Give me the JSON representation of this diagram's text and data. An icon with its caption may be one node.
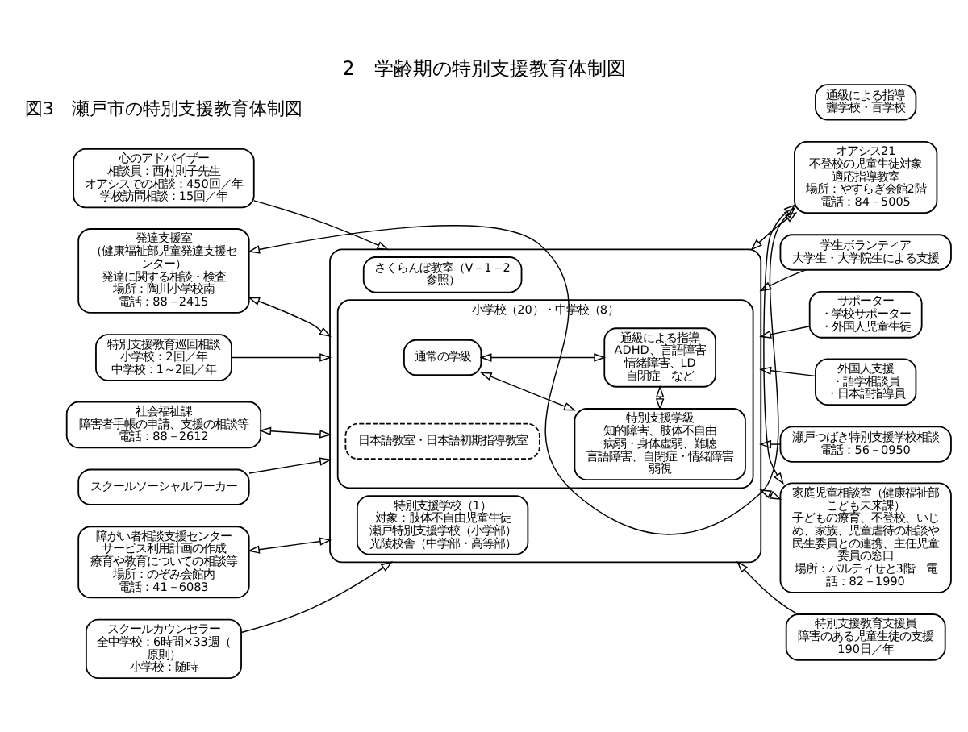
{
  "diagram": {
    "title": "2　学齢期の特別支援教育体制図",
    "caption": "図3　瀬戸市の特別支援教育体制図",
    "nodes": [
      {
        "text": [
          "発達支援室",
          "（健康福祉部児童発達支援センター）",
          "発達に関する相談・検査",
          "場所：陶川小学校南",
          "電話：88－2415"
        ]
      },
      {
        "text": [
          "オアシス21",
          "不登校の児童生徒対象",
          "適応指導教室",
          "場所：やすらぎ会館2階",
          "電話：84－5005"
        ]
      },
      {
        "text": [
          "家庭児童相談室（健康福祉部こども未来課）",
          "子どもの療育、不登校、いじめ、家族、児童虐待の相談や民生委員との連携、主任児童委員の窓口",
          "場所：パルティせと3階　電話：82－1990"
        ]
      },
      {
        "text": [
          "社会福祉課",
          "障害者手帳の申請、支援の相談等",
          "電話：88－2612"
        ]
      },
      {
        "text": [
          "障がい者相談支援センター",
          "サービス利用計画の作成",
          "療育や教育についての相談等",
          "場所：のぞみ会館内",
          "電話：41－6083"
        ]
      },
      {
        "text": [
          "心のアドバイザー",
          "相談員：西村則子先生",
          "オアシスでの相談：450回／年",
          "学校訪問相談：15回／年"
        ]
      },
      {
        "text": [
          "特別支援教育巡回相談",
          "小学校：2回／年",
          "中学校：1～2回／年"
        ]
      },
      {
        "text": [
          "スクールソーシャルワーカー"
        ]
      },
      {
        "text": [
          "スクールカウンセラー",
          "全中学校：6時間×33週（原則）",
          "小学校：随時"
        ]
      },
      {
        "text": [
          "学生ボランティア",
          "大学生・大学院生による支援"
        ]
      },
      {
        "text": [
          "特別支援教育支援員",
          "障害のある児童生徒の支援",
          "190日／年"
        ]
      },
      {
        "text": [
          "サポーター",
          "・学校サポーター",
          "・外国人児童生徒"
        ]
      },
      {
        "text": [
          "瀬戸つばき特別支援学校相談",
          "電話：56－0950"
        ]
      },
      {
        "text": [
          "外国人支援",
          "・語学相談員",
          "・日本語指導員"
        ]
      },
      {
        "text": [
          "通級による指導",
          "聾学校・盲学校"
        ]
      },
      {
        "text": [],
        "shape": "box"
      },
      {
        "text": [
          "小学校（20）・中学校（8）"
        ],
        "in": 15
      },
      {
        "text": [
          "通常の学級"
        ],
        "in": 16
      },
      {
        "text": [
          "特別支援学級",
          "知的障害、肢体不自由",
          "病弱・身体虚弱、難聴",
          "言語障害、自閉症・情緒障害",
          "弱視"
        ],
        "in": 16
      },
      {
        "text": [
          "通級による指導",
          "ADHD、言語障害",
          "情緒障害、LD",
          "自閉症　など"
        ],
        "in": 16
      },
      {
        "text": [
          "日本語教室・日本語初期指導教室"
        ],
        "in": 16
      },
      {
        "text": [
          "特別支援学校（1）",
          "対象：肢体不自由児童生徒",
          "瀬戸特別支援学校（小学部）",
          "光陵校舎（中学部・高等部）"
        ],
        "in": 15
      },
      {
        "text": [
          "さくらんぼ教室（V－1－2参照）"
        ],
        "in": 15
      }
    ],
    "edges": [
      {
        "from": 0,
        "to": 1,
        "arrow": "both"
      },
      {
        "from": 1,
        "to": 2,
        "arrow": "both"
      },
      {
        "from": 0,
        "to": 15,
        "arrow": "both"
      },
      {
        "from": 3,
        "to": 15,
        "arrow": "both"
      },
      {
        "from": 1,
        "to": 15,
        "arrow": "both"
      },
      {
        "from": 2,
        "to": 15,
        "arrow": "both"
      },
      {
        "from": 4,
        "to": 15,
        "arrow": "both"
      },
      {
        "from": 5,
        "to": 15,
        "arrow": "to"
      },
      {
        "from": 6,
        "to": 15,
        "arrow": "to"
      },
      {
        "from": 7,
        "to": 15,
        "arrow": "to"
      },
      {
        "from": 8,
        "to": 15,
        "arrow": "to"
      },
      {
        "from": 9,
        "to": 15,
        "arrow": "to"
      },
      {
        "from": 10,
        "to": 15,
        "arrow": "to"
      },
      {
        "from": 11,
        "to": 15,
        "arrow": "to"
      },
      {
        "from": 12,
        "to": 15,
        "arrow": "to"
      },
      {
        "from": 13,
        "to": 15,
        "arrow": "to"
      },
      {
        "from": 17,
        "to": 18,
        "arrow": "both"
      },
      {
        "from": 17,
        "to": 19,
        "arrow": "both"
      },
      {
        "from": 18,
        "to": 19,
        "arrow": "both"
      }
    ]
  }
}
